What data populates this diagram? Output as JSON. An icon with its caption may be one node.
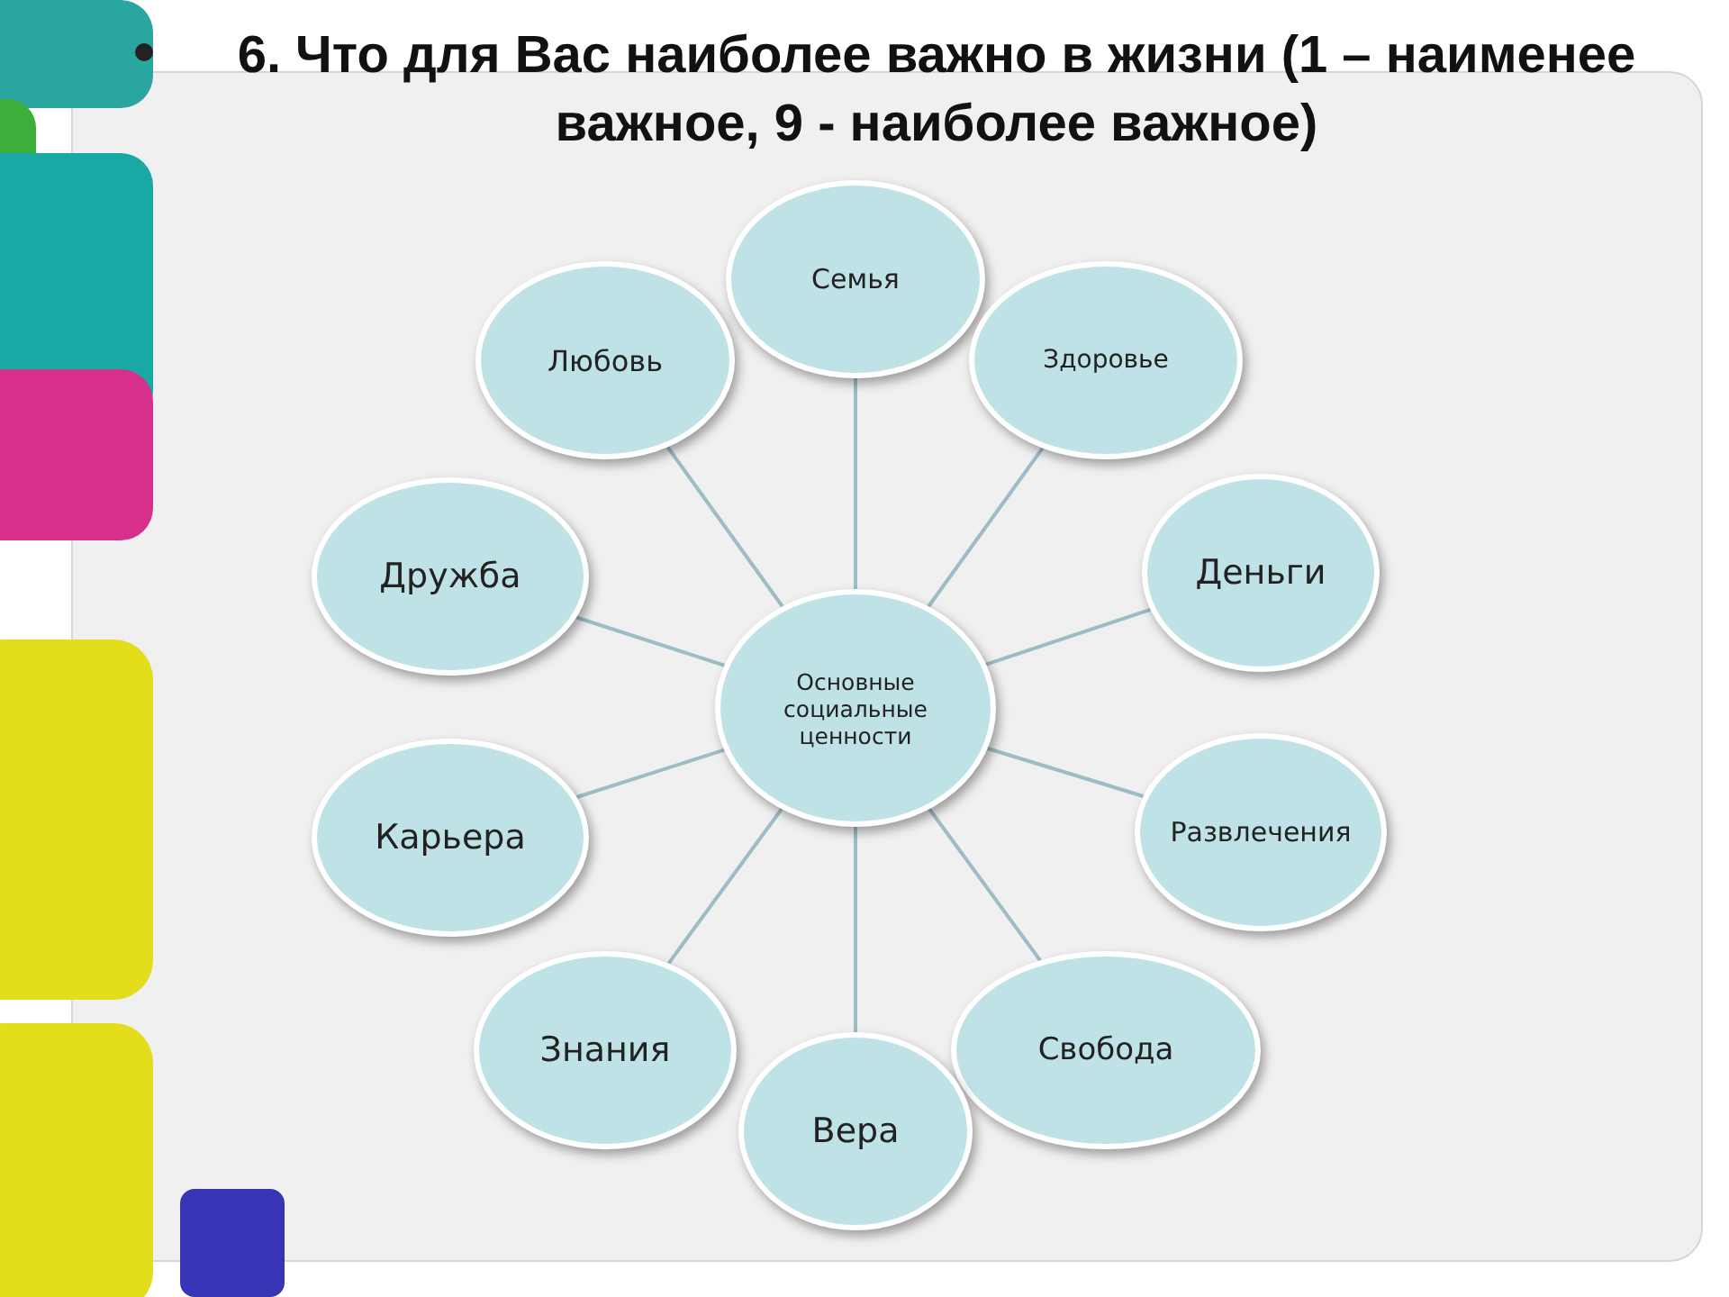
{
  "diagram": {
    "title": "6. Что для Вас наиболее важно в жизни (1 – наименее важное, 9 - наиболее важное)",
    "nodes": [
      {
        "text": [
          "Основные социальные ценности"
        ]
      },
      {
        "text": [
          "Семья"
        ]
      },
      {
        "text": [
          "Здоровье"
        ]
      },
      {
        "text": [
          "Деньги"
        ]
      },
      {
        "text": [
          "Развлечения"
        ]
      },
      {
        "text": [
          "Свобода"
        ]
      },
      {
        "text": [
          "Вера"
        ]
      },
      {
        "text": [
          "Знания"
        ]
      },
      {
        "text": [
          "Карьера"
        ]
      },
      {
        "text": [
          "Дружба"
        ]
      },
      {
        "text": [
          "Любовь"
        ]
      }
    ],
    "edges": [
      {
        "from": 0,
        "to": 1,
        "arrow": "none"
      },
      {
        "from": 0,
        "to": 2,
        "arrow": "none"
      },
      {
        "from": 0,
        "to": 3,
        "arrow": "none"
      },
      {
        "from": 0,
        "to": 4,
        "arrow": "none"
      },
      {
        "from": 0,
        "to": 5,
        "arrow": "none"
      },
      {
        "from": 0,
        "to": 6,
        "arrow": "none"
      },
      {
        "from": 0,
        "to": 7,
        "arrow": "none"
      },
      {
        "from": 0,
        "to": 8,
        "arrow": "none"
      },
      {
        "from": 0,
        "to": 9,
        "arrow": "none"
      },
      {
        "from": 0,
        "to": 10,
        "arrow": "none"
      }
    ]
  }
}
